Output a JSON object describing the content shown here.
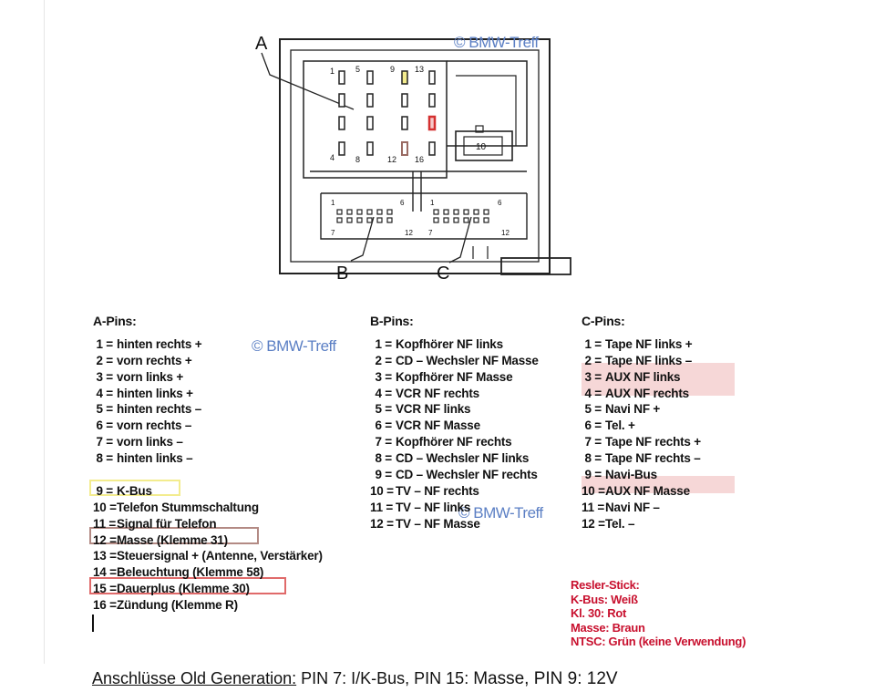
{
  "watermark": "© BMW-Treff",
  "diagram": {
    "labels": [
      "A",
      "B",
      "C",
      "10"
    ],
    "a_block_pin_numbers": [
      "1",
      "5",
      "9",
      "13",
      "4",
      "8",
      "12",
      "16"
    ],
    "b_block_pin_numbers": [
      "1",
      "6",
      "7",
      "12"
    ],
    "c_block_pin_numbers": [
      "1",
      "6",
      "7",
      "12"
    ]
  },
  "columns": {
    "a": {
      "title": "A-Pins:",
      "pins": [
        {
          "num": "1 =",
          "text": "hinten rechts +"
        },
        {
          "num": "2 =",
          "text": "vorn rechts +"
        },
        {
          "num": "3 =",
          "text": "vorn links +"
        },
        {
          "num": "4 =",
          "text": "hinten links +"
        },
        {
          "num": "5 =",
          "text": "hinten rechts –"
        },
        {
          "num": "6 =",
          "text": "vorn rechts –"
        },
        {
          "num": "7 =",
          "text": "vorn links –"
        },
        {
          "num": "8 =",
          "text": "hinten links –"
        },
        {
          "num": "",
          "text": ""
        },
        {
          "num": "9 =",
          "text": "K-Bus"
        },
        {
          "num": "10 =",
          "text": "Telefon Stummschaltung"
        },
        {
          "num": "11 =",
          "text": "Signal für Telefon"
        },
        {
          "num": "12 =",
          "text": "Masse (Klemme 31)"
        },
        {
          "num": "13 =",
          "text": "Steuersignal + (Antenne, Verstärker)"
        },
        {
          "num": "14 =",
          "text": "Beleuchtung (Klemme 58)"
        },
        {
          "num": "15 =",
          "text": "Dauerplus (Klemme 30)"
        },
        {
          "num": "16 =",
          "text": "Zündung (Klemme R)"
        }
      ]
    },
    "b": {
      "title": "B-Pins:",
      "pins": [
        {
          "num": "1 =",
          "text": "Kopfhörer NF links"
        },
        {
          "num": "2 =",
          "text": "CD – Wechsler NF Masse"
        },
        {
          "num": "3 =",
          "text": "Kopfhörer NF Masse"
        },
        {
          "num": "4 =",
          "text": "VCR NF rechts"
        },
        {
          "num": "5 =",
          "text": "VCR NF links"
        },
        {
          "num": "6 =",
          "text": "VCR NF Masse"
        },
        {
          "num": "7 =",
          "text": "Kopfhörer NF rechts"
        },
        {
          "num": "8 =",
          "text": "CD – Wechsler NF links"
        },
        {
          "num": "9 =",
          "text": "CD – Wechsler NF rechts"
        },
        {
          "num": "10 =",
          "text": "TV – NF rechts"
        },
        {
          "num": "11 =",
          "text": "TV – NF links"
        },
        {
          "num": "12 =",
          "text": "TV – NF Masse"
        }
      ]
    },
    "c": {
      "title": "C-Pins:",
      "pins": [
        {
          "num": "1 =",
          "text": "Tape NF links +"
        },
        {
          "num": "2 =",
          "text": "Tape NF links –"
        },
        {
          "num": "3 =",
          "text": "AUX NF links"
        },
        {
          "num": "4 =",
          "text": "AUX NF rechts"
        },
        {
          "num": "5 =",
          "text": "Navi NF +"
        },
        {
          "num": "6 =",
          "text": "Tel. +"
        },
        {
          "num": "7 =",
          "text": "Tape NF rechts +"
        },
        {
          "num": "8 =",
          "text": "Tape NF rechts –"
        },
        {
          "num": "9 =",
          "text": "Navi-Bus"
        },
        {
          "num": "10 =",
          "text": "AUX NF Masse"
        },
        {
          "num": "11 =",
          "text": "Navi NF –"
        },
        {
          "num": "12 =",
          "text": "Tel. –"
        }
      ]
    }
  },
  "legend": [
    "Resler-Stick:",
    "K-Bus: Weiß",
    "Kl. 30: Rot",
    "Masse: Braun",
    "NTSC: Grün (keine Verwendung)"
  ],
  "caption": {
    "underlined": "Anschlüsse Old Generation:",
    "rest_a": " PIN 7: I/K-Bus, PIN 15: ",
    "rest_b": "Masse, PIN 9: 12V"
  },
  "colors": {
    "watermark": "#5b7fc4",
    "highlight_yellow": "#f3ec8e",
    "highlight_red": "#e06a6a",
    "highlight_brown": "#b38a84",
    "aux_fill": "#f6d7d7",
    "legend_red": "#c8102e"
  }
}
